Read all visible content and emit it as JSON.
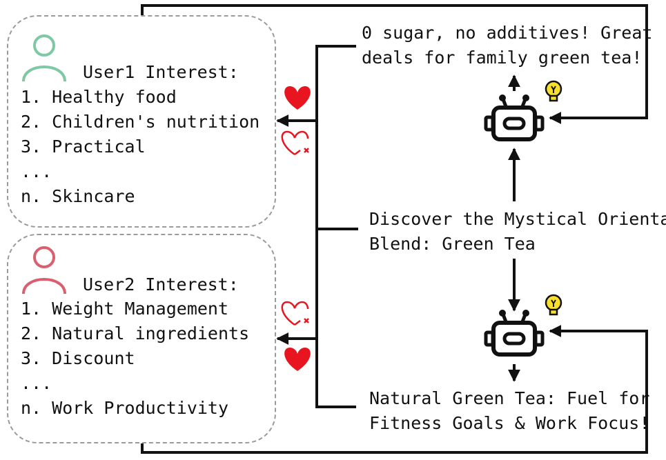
{
  "users": [
    {
      "title": "User1 Interest:",
      "items": [
        "1. Healthy food",
        "2. Children's nutrition",
        "3. Practical",
        "...",
        "n. Skincare"
      ],
      "avatar_color": "#7ec8a4",
      "reaction_top": "liked",
      "reaction_bottom": "disliked"
    },
    {
      "title": "User2 Interest:",
      "items": [
        "1. Weight Management",
        "2. Natural ingredients",
        "3. Discount",
        "...",
        "n. Work Productivity"
      ],
      "avatar_color": "#d9606f",
      "reaction_top": "disliked",
      "reaction_bottom": "liked"
    }
  ],
  "source_text": [
    "Discover the Mystical Oriental",
    "Blend: Green Tea"
  ],
  "output_top": [
    "0 sugar, no additives! Great",
    "deals for family green tea!"
  ],
  "output_bottom": [
    "Natural Green Tea: Fuel for",
    "Fitness Goals & Work Focus!"
  ],
  "icons": {
    "robot": "robot-icon",
    "bulb": "lightbulb-icon",
    "heart_filled": "heart-filled-icon",
    "heart_broken": "heart-dislike-icon"
  },
  "colors": {
    "heart": "#e8141f",
    "bulb": "#f9df2d",
    "line": "#111111"
  }
}
